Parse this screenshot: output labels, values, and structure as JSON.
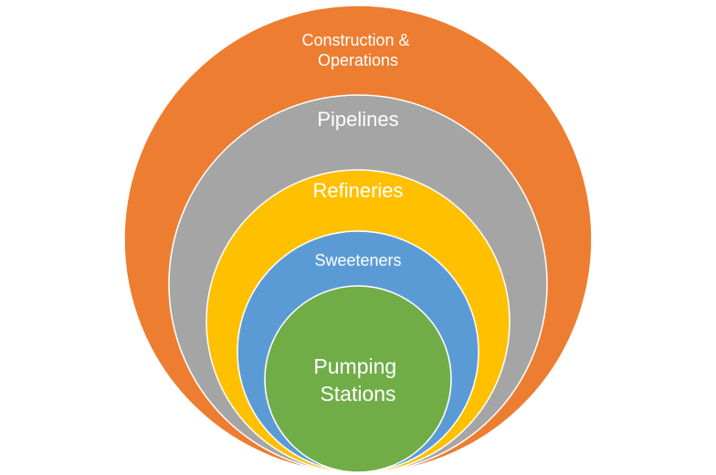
{
  "diagram": {
    "type": "nested-circles",
    "layers": [
      {
        "id": "outer",
        "label_lines": [
          "Construction &",
          "Operations"
        ],
        "color": "#ED7D31"
      },
      {
        "id": "second",
        "label_lines": [
          "Pipelines"
        ],
        "color": "#A5A5A5"
      },
      {
        "id": "third",
        "label_lines": [
          "Refineries"
        ],
        "color": "#FFC000"
      },
      {
        "id": "fourth",
        "label_lines": [
          "Sweeteners"
        ],
        "color": "#5B9BD5"
      },
      {
        "id": "inner",
        "label_lines": [
          "Pumping",
          "Stations"
        ],
        "color": "#70AD47"
      }
    ]
  }
}
